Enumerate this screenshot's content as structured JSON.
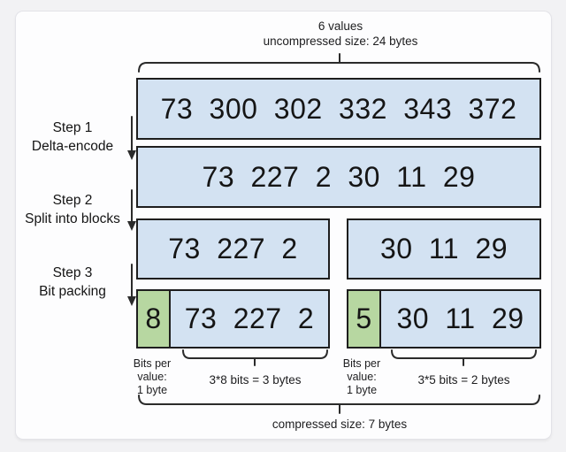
{
  "colors": {
    "page-bg": "#f2f2f4",
    "card-bg": "#fdfdfe",
    "card-border": "#e3e3e8",
    "box-blue": "#d3e2f2",
    "box-green": "#b7d7a1",
    "box-border": "#1e1e1e",
    "ink": "#1d1d1f",
    "line": "#2b2b2b"
  },
  "header": {
    "count": "6 values",
    "size": "uncompressed size: 24 bytes"
  },
  "steps": [
    {
      "title": "Step 1",
      "desc": "Delta-encode"
    },
    {
      "title": "Step 2",
      "desc": "Split into blocks"
    },
    {
      "title": "Step 3",
      "desc": "Bit packing"
    }
  ],
  "boxes": {
    "original": "73 300 302 332 343 372",
    "delta": "73 227 2 30 11 29",
    "block_left": "73 227 2",
    "block_right": "30 11 29",
    "packed_left": {
      "bits": "8",
      "values": "73 227 2"
    },
    "packed_right": {
      "bits": "5",
      "values": "30 11 29"
    }
  },
  "footnotes": {
    "bits_left": {
      "l1": "Bits per",
      "l2": "value:",
      "l3": "1 byte"
    },
    "bits_right": {
      "l1": "Bits per",
      "l2": "value:",
      "l3": "1 byte"
    },
    "bytes_left": "3*8 bits = 3 bytes",
    "bytes_right": "3*5 bits = 2 bytes"
  },
  "footer": {
    "compressed": "compressed size: 7 bytes"
  }
}
